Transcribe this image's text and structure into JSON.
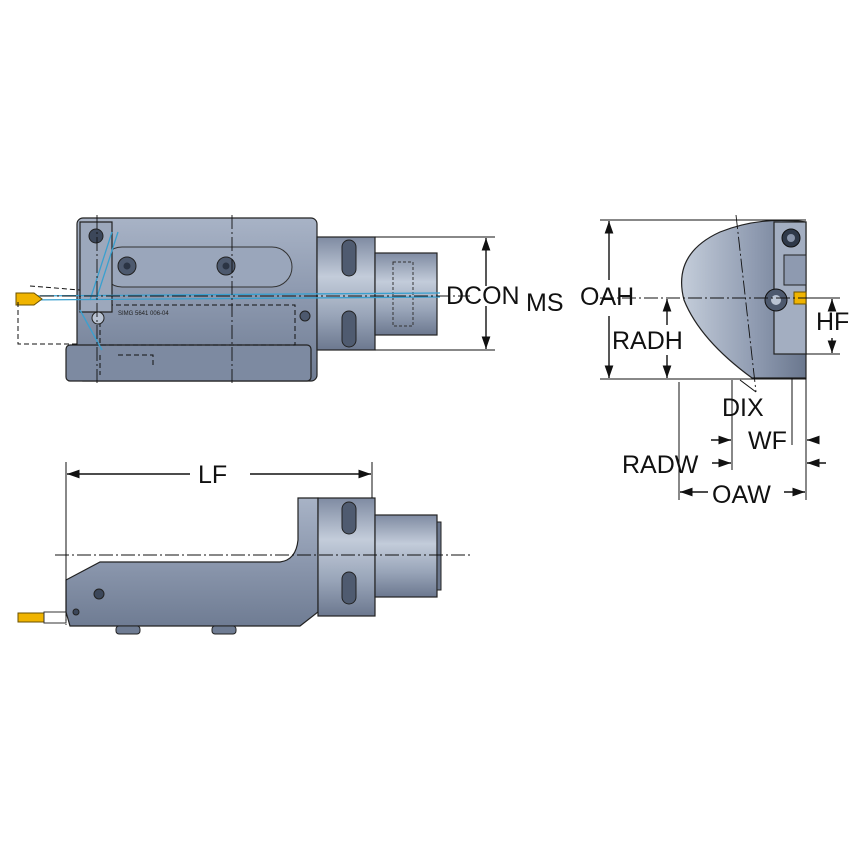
{
  "labels": {
    "dcon": "DCON",
    "ms": "MS",
    "oah": "OAH",
    "radh": "RADH",
    "hf": "HF",
    "dix": "DIX",
    "wf": "WF",
    "radw": "RADW",
    "oaw": "OAW",
    "lf": "LF"
  },
  "part_marking": "SIMG 5641 006-04",
  "colors": {
    "body_fill": "#8e9ab0",
    "body_light": "#b9c3d3",
    "body_dark": "#5e6b82",
    "insert_gold": "#f0b400",
    "coolant_line": "#3aa0cf",
    "dimension_line": "#111111"
  },
  "icons": {
    "dimension_arrow": "arrowhead",
    "screw": "hex-socket-screw"
  }
}
